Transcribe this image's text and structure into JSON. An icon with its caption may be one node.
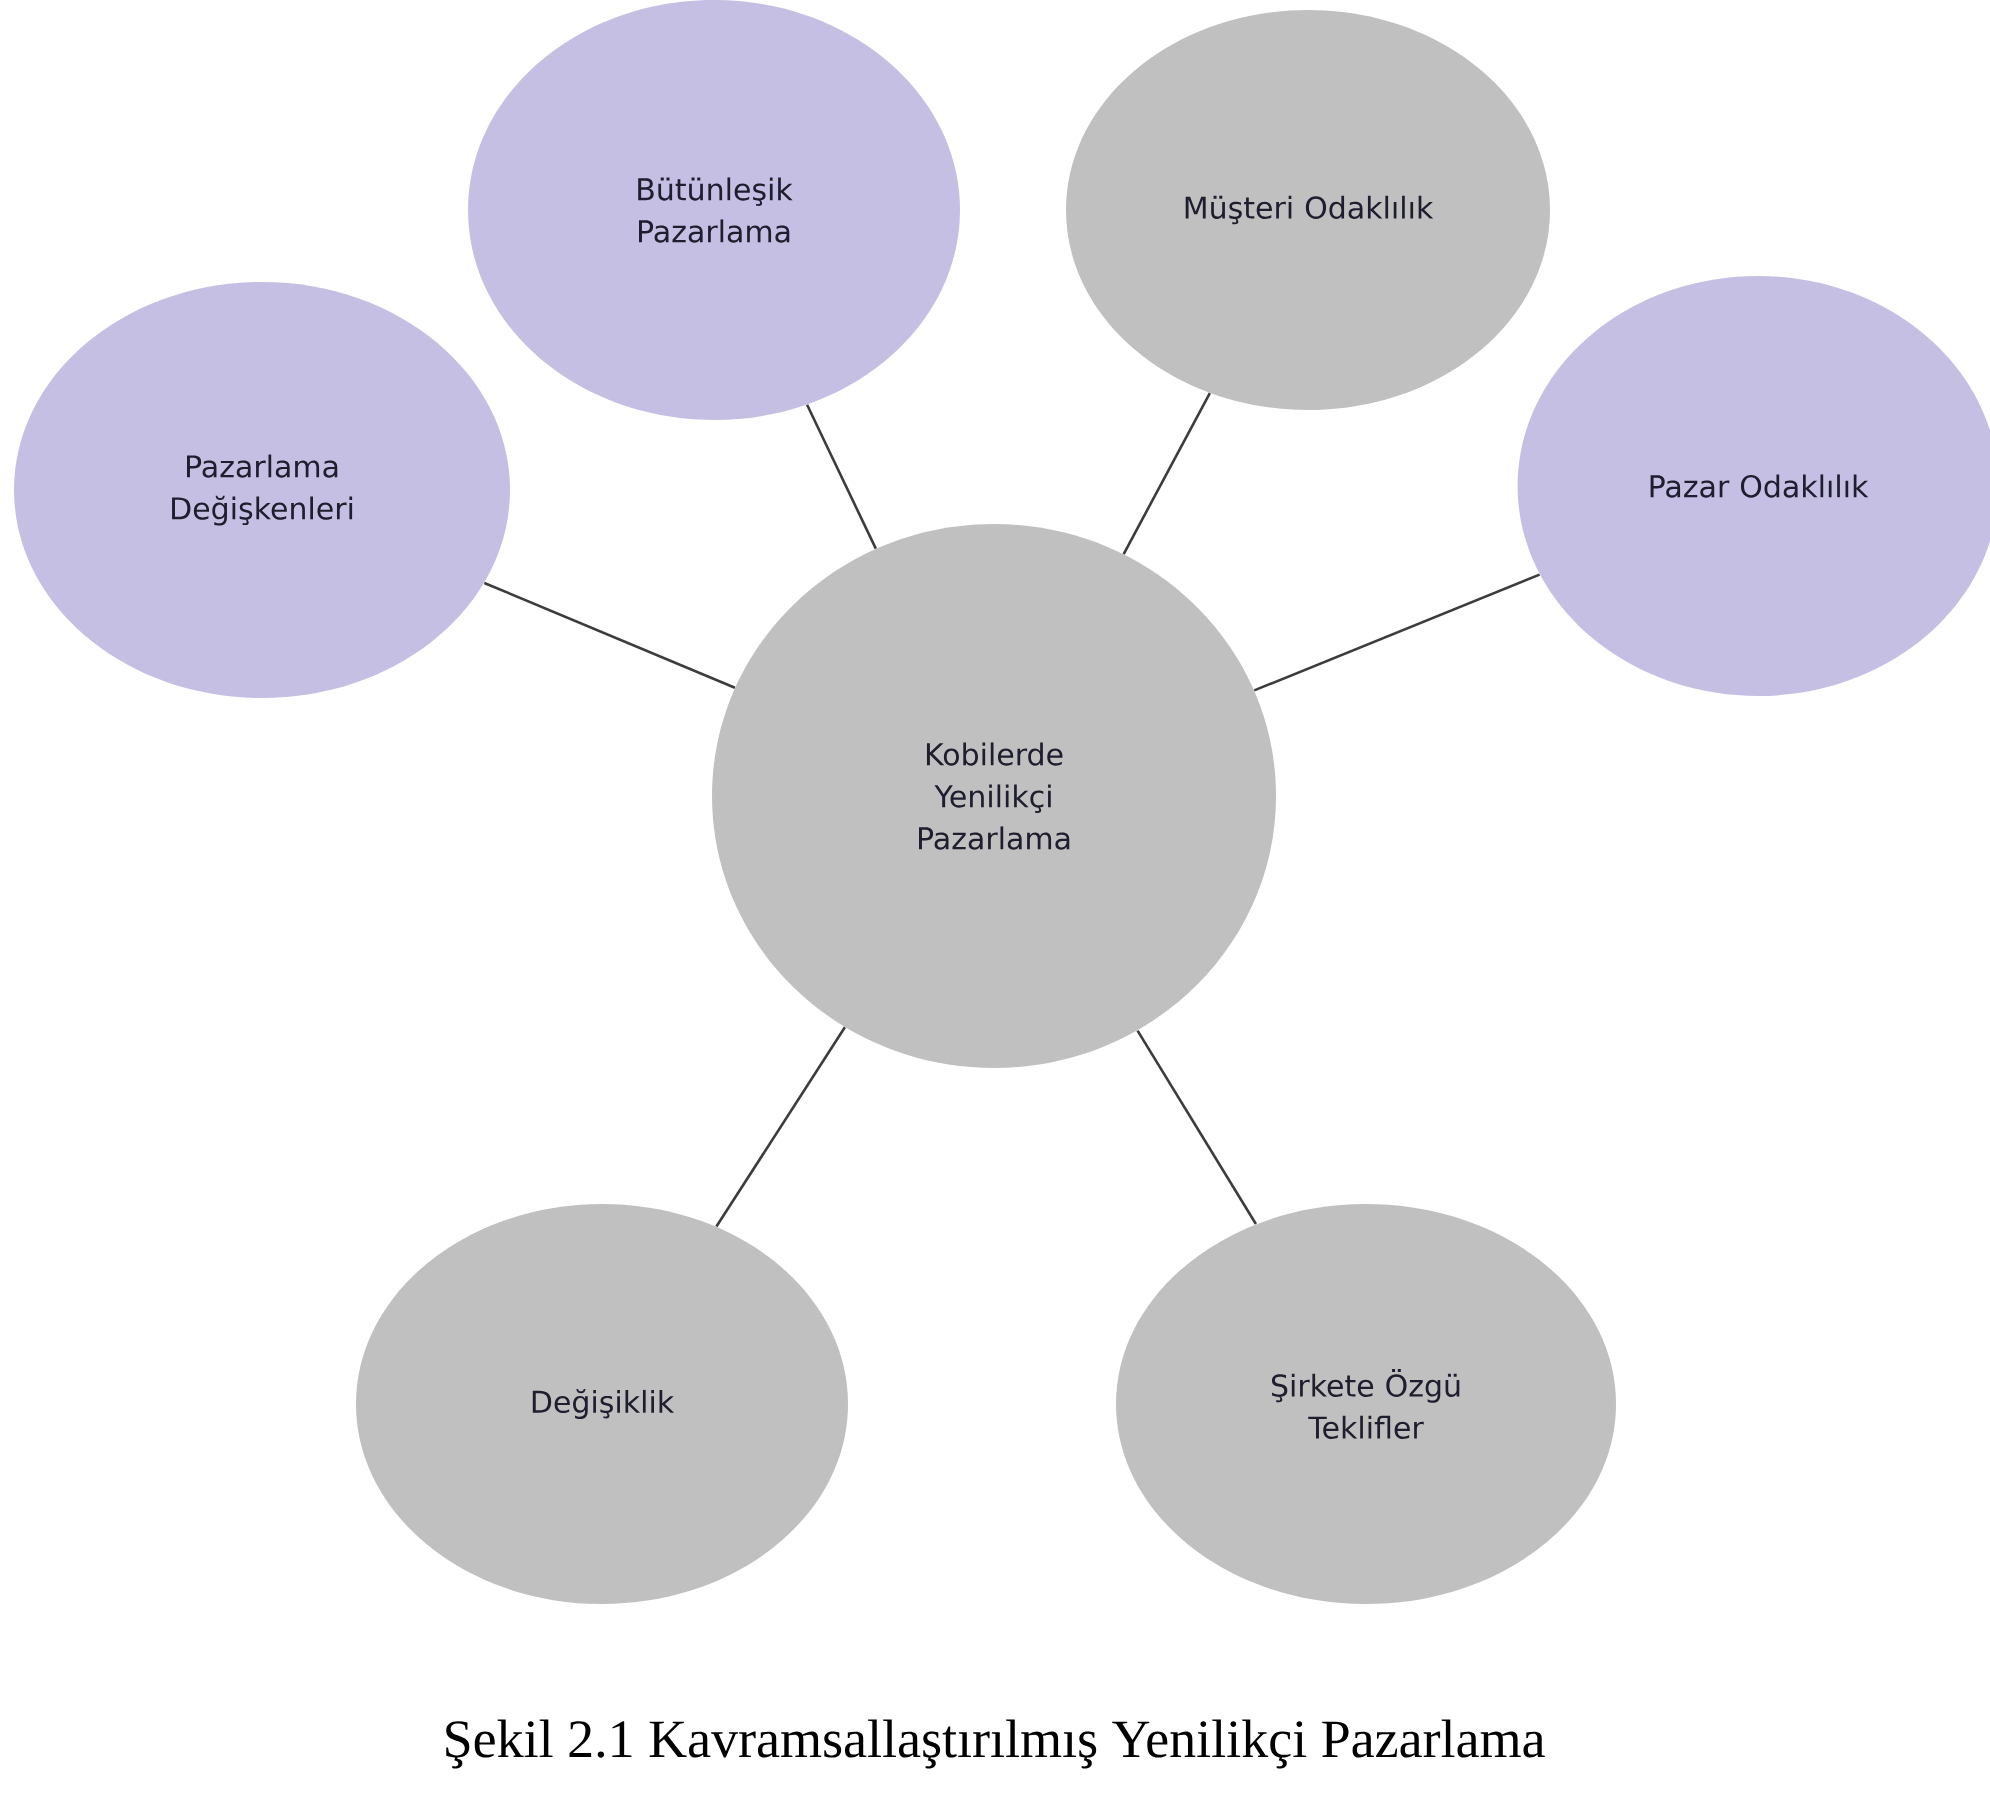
{
  "diagram": {
    "caption": "Şekil 2.1 Kavramsallaştırılmış Yenilikçi Pazarlama",
    "nodes": [
      {
        "text": [
          "Bütünleşik Pazarlama"
        ]
      },
      {
        "text": [
          "Müşteri Odaklılık"
        ]
      },
      {
        "text": [
          "Pazarlama Değişkenleri"
        ]
      },
      {
        "text": [
          "Pazar Odaklılık"
        ]
      },
      {
        "text": [
          "Kobilerde Yenilikçi Pazarlama"
        ]
      },
      {
        "text": [
          "Değişiklik"
        ]
      },
      {
        "text": [
          "Şirkete Özgü Teklifler"
        ]
      }
    ],
    "edges": [
      {
        "from": 4,
        "to": 0,
        "arrow": "none"
      },
      {
        "from": 4,
        "to": 1,
        "arrow": "none"
      },
      {
        "from": 4,
        "to": 2,
        "arrow": "none"
      },
      {
        "from": 4,
        "to": 3,
        "arrow": "none"
      },
      {
        "from": 4,
        "to": 5,
        "arrow": "none"
      },
      {
        "from": 4,
        "to": 6,
        "arrow": "none"
      }
    ]
  }
}
